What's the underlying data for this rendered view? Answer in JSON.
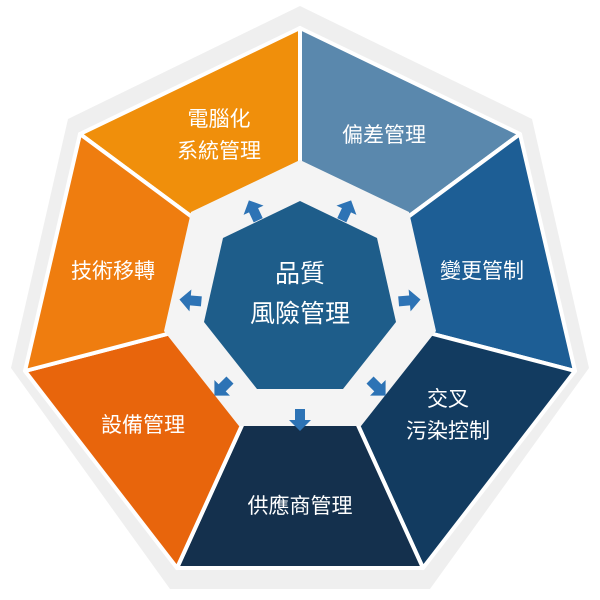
{
  "center": {
    "lines": [
      "品質",
      "風險管理"
    ],
    "color": "#1e5d8a"
  },
  "segments": [
    {
      "id": "computerized-systems",
      "lines": [
        "電腦化",
        "系統管理"
      ],
      "color": "#f08f0b"
    },
    {
      "id": "deviation",
      "lines": [
        "偏差管理"
      ],
      "color": "#5a88ad"
    },
    {
      "id": "change-control",
      "lines": [
        "變更管制"
      ],
      "color": "#1d5e95"
    },
    {
      "id": "cross-contamination",
      "lines": [
        "交叉",
        "污染控制"
      ],
      "color": "#123b60"
    },
    {
      "id": "supplier",
      "lines": [
        "供應商管理"
      ],
      "color": "#14304d"
    },
    {
      "id": "equipment",
      "lines": [
        "設備管理"
      ],
      "color": "#e8650c"
    },
    {
      "id": "tech-transfer",
      "lines": [
        "技術移轉"
      ],
      "color": "#ef7d0f"
    }
  ],
  "colors": {
    "outer_frame": "#efefef",
    "ring_background": "#f4f4f4",
    "arrow": "#2d73b5",
    "text": "#ffffff"
  }
}
